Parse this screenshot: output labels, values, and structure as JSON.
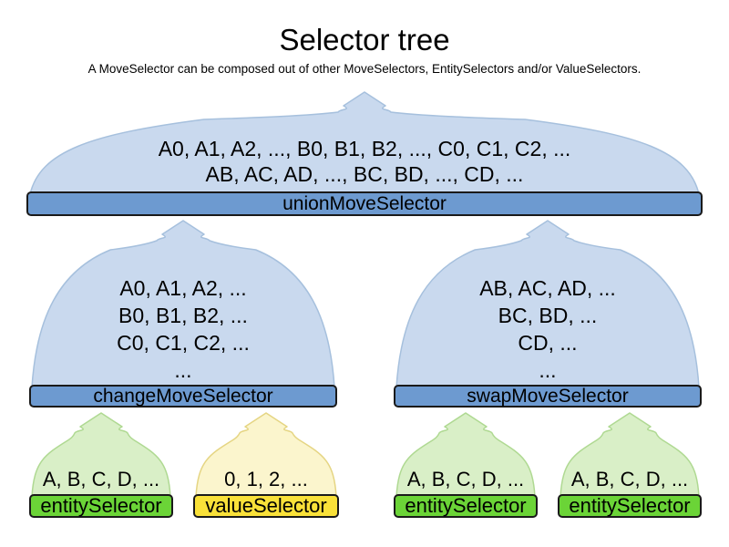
{
  "title": "Selector tree",
  "subtitle": "A MoveSelector can be composed out of other MoveSelectors, EntitySelectors and/or ValueSelectors.",
  "colors": {
    "move_dome_fill": "#c9d9ee",
    "move_dome_stroke": "#a6c0dd",
    "move_bar_fill": "#6d9ad0",
    "entity_dome_fill": "#d9efc7",
    "entity_dome_stroke": "#afd992",
    "entity_bar_fill": "#6bd437",
    "value_dome_fill": "#fbf5cd",
    "value_dome_stroke": "#e5d583",
    "value_bar_fill": "#f9e139",
    "bar_stroke": "#1a1a1a",
    "text_color": "#000000"
  },
  "nodes": {
    "union": {
      "label": "unionMoveSelector",
      "lines": [
        "A0, A1, A2, ..., B0, B1, B2, ..., C0, C1, C2, ...",
        "AB, AC, AD, ..., BC, BD, ..., CD, ..."
      ]
    },
    "change": {
      "label": "changeMoveSelector",
      "lines": [
        "A0, A1, A2, ...",
        "B0, B1, B2, ...",
        "C0, C1, C2, ...",
        "..."
      ]
    },
    "swap": {
      "label": "swapMoveSelector",
      "lines": [
        "AB, AC, AD, ...",
        "BC, BD, ...",
        "CD, ...",
        "..."
      ]
    },
    "entity1": {
      "label": "entitySelector",
      "lines": [
        "A, B, C, D, ..."
      ]
    },
    "value1": {
      "label": "valueSelector",
      "lines": [
        "0, 1, 2, ..."
      ]
    },
    "entity2": {
      "label": "entitySelector",
      "lines": [
        "A, B, C, D, ..."
      ]
    },
    "entity3": {
      "label": "entitySelector",
      "lines": [
        "A, B, C, D, ..."
      ]
    }
  }
}
